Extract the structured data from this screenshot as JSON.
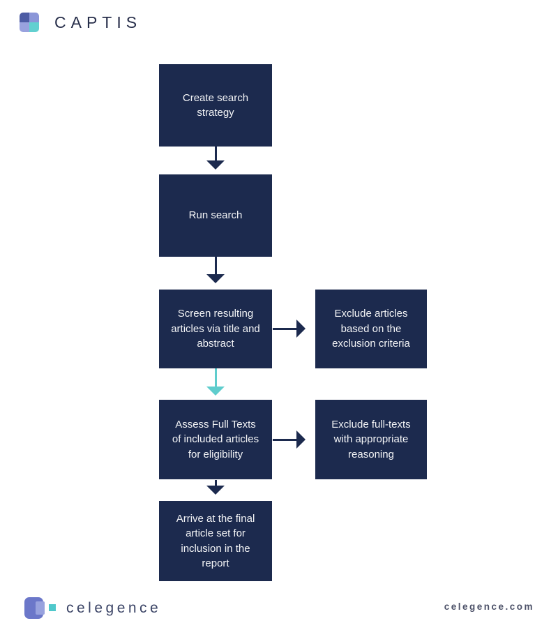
{
  "header": {
    "logo_text": "CAPTIS"
  },
  "flow": {
    "steps": [
      {
        "label": "Create search strategy"
      },
      {
        "label": "Run search"
      },
      {
        "label": "Screen resulting articles via title and abstract"
      },
      {
        "label": "Assess Full Texts of included articles for eligibility"
      },
      {
        "label": "Arrive at the final article set for inclusion in the report"
      }
    ],
    "exclusions": [
      {
        "label": "Exclude articles based on the exclusion criteria"
      },
      {
        "label": "Exclude full-texts with appropriate reasoning"
      }
    ]
  },
  "footer": {
    "logo_text": "celegence",
    "website": "celegence.com"
  },
  "colors": {
    "background": "#ffffff",
    "navy": "#1c2a4e",
    "teal_arrow": "#5fcdcd",
    "box_text": "#f3f4f6",
    "captis_text": "#272e4a",
    "captis_icon_tl": "#4d5ca4",
    "captis_icon_tr": "#8b96d8",
    "captis_icon_bl": "#99a2de",
    "captis_icon_br": "#62d0d0",
    "celegence_icon_main": "#6b77c9",
    "celegence_icon_light": "#98a2de",
    "celegence_icon_teal": "#4fc8cb",
    "footer_text": "#3b4466",
    "website_text": "#4c5168"
  }
}
